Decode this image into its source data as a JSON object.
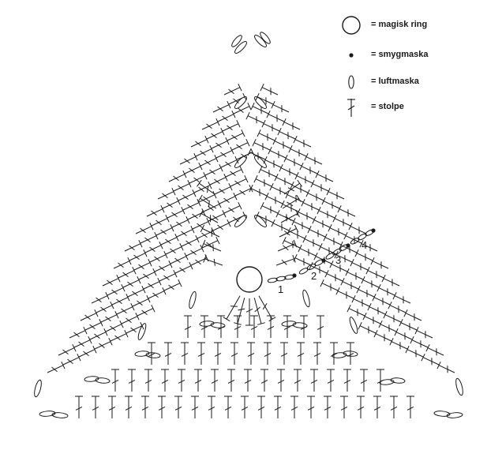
{
  "colors": {
    "ink": "#1a1a1a",
    "background": "#ffffff"
  },
  "legend": [
    {
      "symbol": "magic-ring-icon",
      "label": "= magisk ring"
    },
    {
      "symbol": "slip-stitch-icon",
      "label": "= smygmaska"
    },
    {
      "symbol": "chain-stitch-icon",
      "label": "= luftmaska"
    },
    {
      "symbol": "double-crochet-icon",
      "label": "= stolpe"
    }
  ],
  "row_numbers": [
    "1",
    "2",
    "3",
    "4"
  ]
}
